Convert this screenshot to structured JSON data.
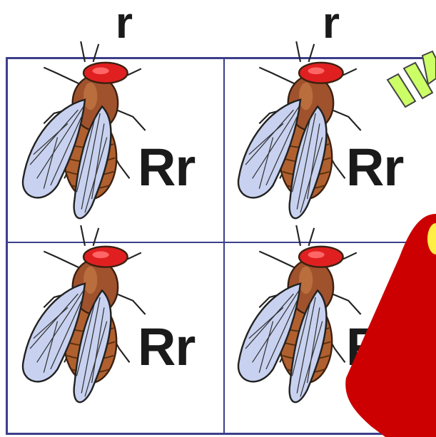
{
  "column_headers": [
    "r",
    "r"
  ],
  "cells": [
    {
      "genotype": "Rr",
      "image": "fly-icon"
    },
    {
      "genotype": "Rr",
      "image": "fly-icon"
    },
    {
      "genotype": "Rr",
      "image": "fly-icon"
    },
    {
      "genotype": "R",
      "image": "fly-icon"
    }
  ],
  "colors": {
    "grid_border": "#3c3f8a",
    "fly_body": "#a0522d",
    "fly_head": "#e02020",
    "fly_wing": "#c8d2f0",
    "overlay_red": "#cc0000",
    "overlay_green": "#ccff66"
  }
}
